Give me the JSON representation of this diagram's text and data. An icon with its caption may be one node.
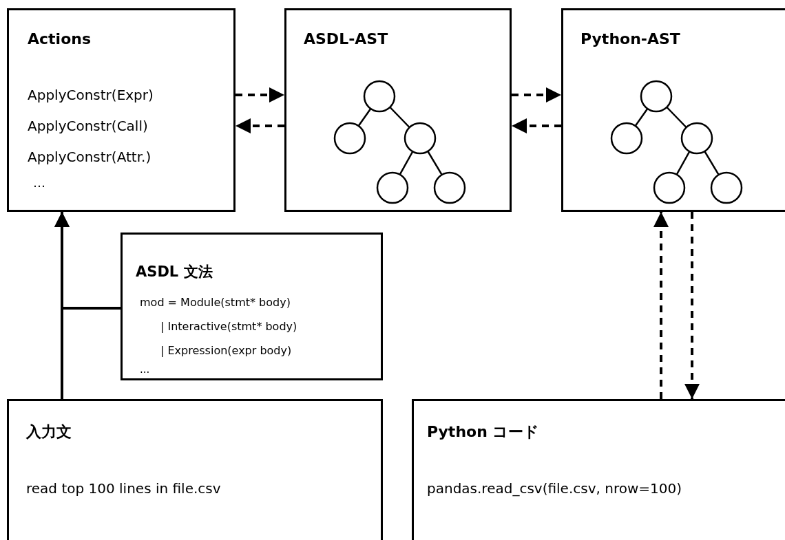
{
  "diagram": {
    "nodes": [
      {
        "text": [
          "Actions",
          "ApplyConstr(Expr)",
          "ApplyConstr(Call)",
          "ApplyConstr(Attr.)",
          "…"
        ]
      },
      {
        "text": [
          "ASDL-AST"
        ]
      },
      {
        "text": [
          "Python-AST"
        ]
      },
      {
        "text": [
          "ASDL 文法",
          "mod = Module(stmt* body)",
          "| Interactive(stmt* body)",
          "| Expression(expr body)",
          "..."
        ]
      },
      {
        "text": [
          "入力文",
          "read top 100 lines in file.csv"
        ]
      },
      {
        "text": [
          "Python コード",
          "pandas.read_csv(file.csv, nrow=100)"
        ]
      }
    ],
    "edges": [
      {
        "from": 0,
        "to": 1,
        "arrow": "to",
        "style": "dashed"
      },
      {
        "from": 1,
        "to": 0,
        "arrow": "to",
        "style": "dashed"
      },
      {
        "from": 1,
        "to": 2,
        "arrow": "to",
        "style": "dashed"
      },
      {
        "from": 2,
        "to": 1,
        "arrow": "to",
        "style": "dashed"
      },
      {
        "from": 4,
        "to": 0,
        "arrow": "to"
      },
      {
        "from": 3,
        "to": 0,
        "arrow": "to"
      },
      {
        "from": 5,
        "to": 2,
        "arrow": "to",
        "style": "dashed"
      },
      {
        "from": 2,
        "to": 5,
        "arrow": "to",
        "style": "dashed"
      }
    ]
  }
}
